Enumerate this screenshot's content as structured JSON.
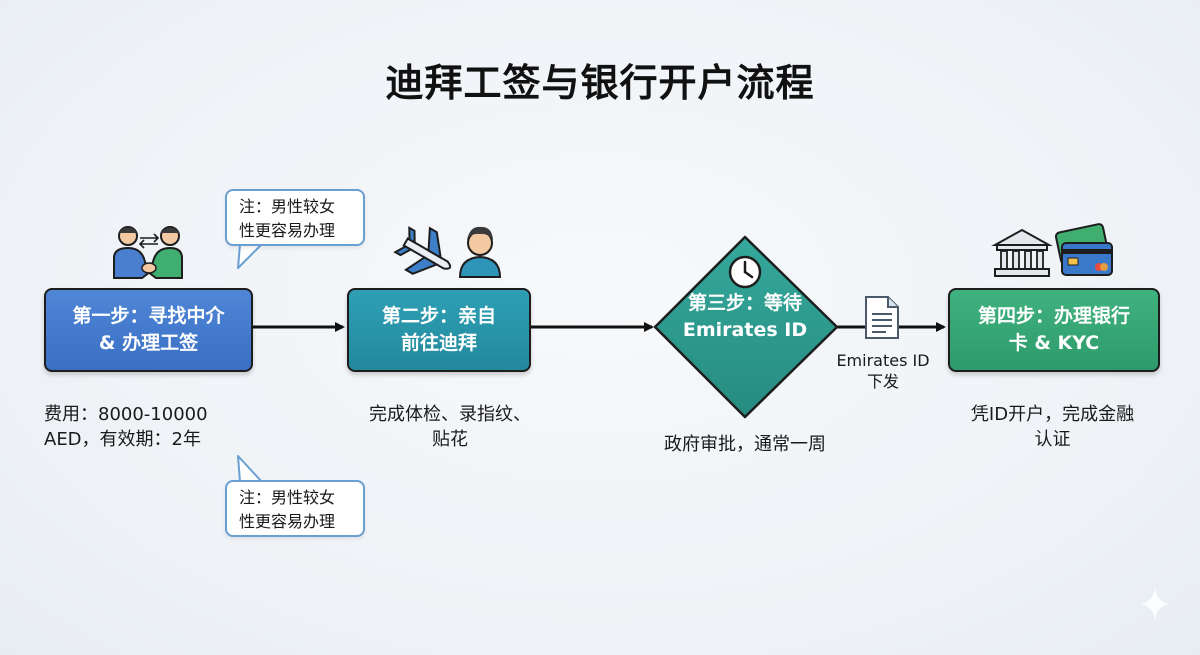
{
  "title": "迪拜工签与银行开户流程",
  "steps": [
    {
      "line1": "第一步：寻找中介",
      "line2": "& 办理工签",
      "color": "#3a6fc4",
      "icon": "handshake-people-icon"
    },
    {
      "line1": "第二步：亲自",
      "line2": "前往迪拜",
      "color": "#23899d",
      "icon": "airplane-person-icon"
    },
    {
      "line1": "第三步：等待",
      "line2": "Emirates ID",
      "color": "#2c9a8f",
      "icon": "clock-icon"
    },
    {
      "line1": "第四步：办理银行",
      "line2": "卡 & KYC",
      "color": "#2f9a6b",
      "icon": "bank-card-icon"
    }
  ],
  "descriptions": {
    "step1": [
      "费用：8000-10000",
      "AED，有效期：2年"
    ],
    "step2": [
      "完成体检、录指纹、",
      "贴花"
    ],
    "step3": [
      "政府审批，通常一周"
    ],
    "step4": [
      "凭ID开户，完成金融",
      "认证"
    ]
  },
  "callouts": [
    {
      "line1": "注：男性较女",
      "line2": "性更容易办理"
    },
    {
      "line1": "注：男性较女",
      "line2": "性更容易办理"
    }
  ],
  "arrow_label": [
    "Emirates ID",
    "下发"
  ]
}
